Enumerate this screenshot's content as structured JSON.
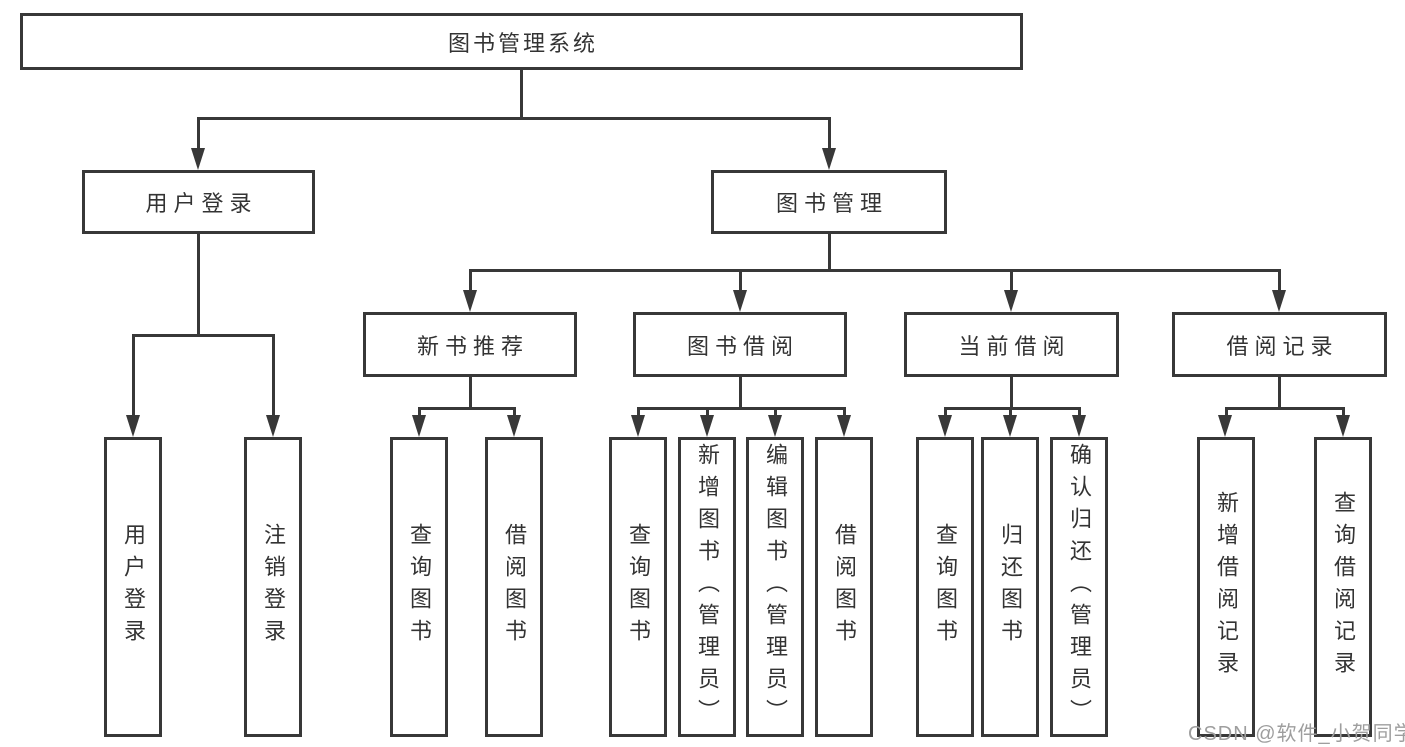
{
  "colors": {
    "line": "#383838",
    "box_border": "#383838",
    "text": "#333333",
    "background": "#ffffff",
    "watermark": "#9e9e9e"
  },
  "watermark": {
    "text": "CSDN @软件_小贺同学"
  },
  "tree": {
    "root": {
      "label": "图书管理系统"
    },
    "children": [
      {
        "label": "用户登录",
        "children": [
          {
            "label": "用户登录"
          },
          {
            "label": "注销登录"
          }
        ]
      },
      {
        "label": "图书管理",
        "children": [
          {
            "label": "新书推荐",
            "children": [
              {
                "label": "查询图书"
              },
              {
                "label": "借阅图书"
              }
            ]
          },
          {
            "label": "图书借阅",
            "children": [
              {
                "label": "查询图书"
              },
              {
                "label": "新增图书（管理员）"
              },
              {
                "label": "编辑图书（管理员）"
              },
              {
                "label": "借阅图书"
              }
            ]
          },
          {
            "label": "当前借阅",
            "children": [
              {
                "label": "查询图书"
              },
              {
                "label": "归还图书"
              },
              {
                "label": "确认归还（管理员）"
              }
            ]
          },
          {
            "label": "借阅记录",
            "children": [
              {
                "label": "新增借阅记录"
              },
              {
                "label": "查询借阅记录"
              }
            ]
          }
        ]
      }
    ]
  }
}
